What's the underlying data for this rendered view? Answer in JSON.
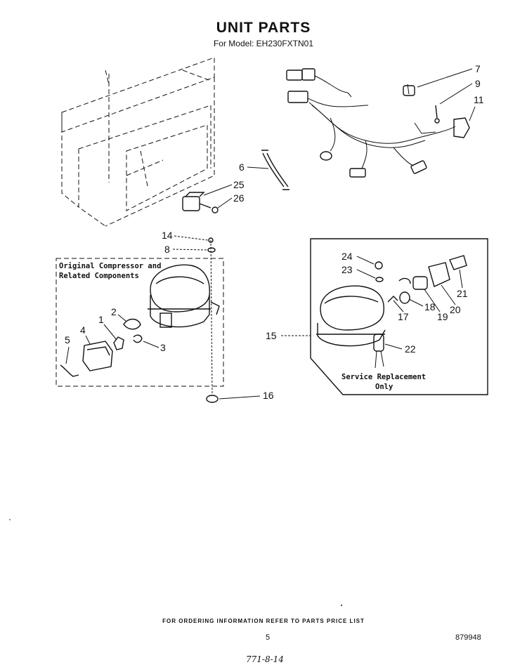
{
  "header": {
    "title": "UNIT PARTS",
    "subtitle": "For Model: EH230FXTN01"
  },
  "callouts": {
    "p1": "1",
    "p2": "2",
    "p3": "3",
    "p4": "4",
    "p5": "5",
    "p6": "6",
    "p7": "7",
    "p8": "8",
    "p9": "9",
    "p11": "11",
    "p14": "14",
    "p15": "15",
    "p16": "16",
    "p17": "17",
    "p18": "18",
    "p19": "19",
    "p20": "20",
    "p21": "21",
    "p22": "22",
    "p23": "23",
    "p24": "24",
    "p25": "25",
    "p26": "26"
  },
  "original_box": {
    "line1": "Original Compressor and",
    "line2": "Related Components"
  },
  "service_box": {
    "line1": "Service Replacement",
    "line2": "Only"
  },
  "footer": {
    "note": "FOR ORDERING INFORMATION REFER TO PARTS PRICE LIST",
    "page": "5",
    "doc_number": "879948",
    "handwritten": "771-8-14"
  }
}
